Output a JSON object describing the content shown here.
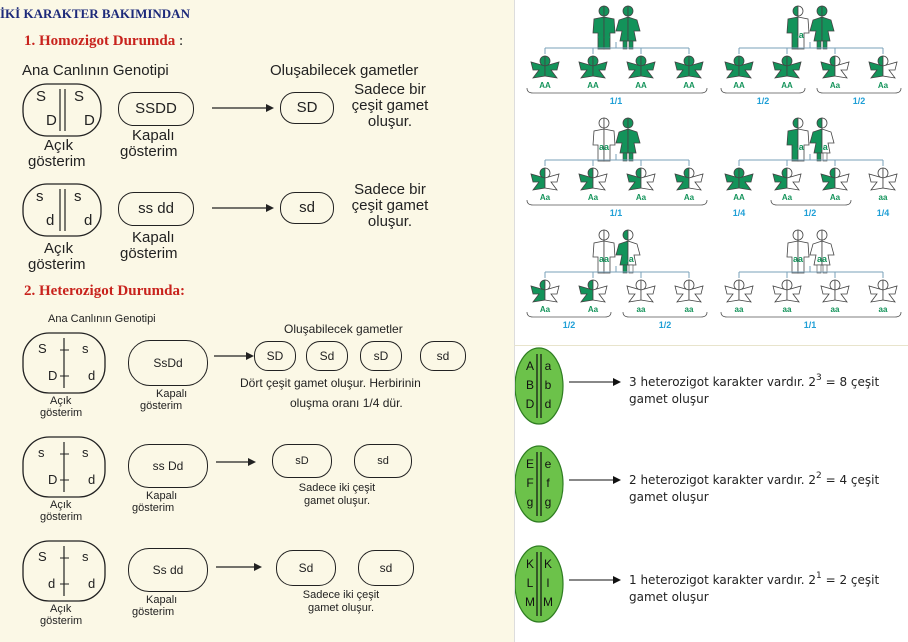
{
  "title": "İKİ KARAKTER BAKIMINDAN",
  "homo": {
    "heading": "1. Homozigot Durumda",
    "heading_colon": " :",
    "col1": "Ana Canlının Genotipi",
    "col2": "Oluşabilecek gametler",
    "row1": {
      "oval": [
        "S",
        "S",
        "D",
        "D"
      ],
      "closed": "SSDD",
      "gamete": "SD",
      "note": [
        "Sadece bir",
        "çeşit gamet",
        "oluşur."
      ]
    },
    "row2": {
      "oval": [
        "s",
        "s",
        "d",
        "d"
      ],
      "closed": "ss dd",
      "gamete": "sd",
      "note": [
        "Sadece bir",
        "çeşit gamet",
        "oluşur."
      ]
    },
    "acik": [
      "Açık",
      "gösterim"
    ],
    "kapali": [
      "Kapalı",
      "gösterim"
    ]
  },
  "hetero": {
    "heading": "2. Heterozigot Durumda:",
    "col1": "Ana Canlının Genotipi",
    "col2": "Oluşabilecek gametler",
    "row1": {
      "oval": [
        "S",
        "s",
        "D",
        "d"
      ],
      "closed": "SsDd",
      "gametes": [
        "SD",
        "Sd",
        "sD",
        "sd"
      ],
      "note": [
        "Dört çeşit gamet oluşur. Herbirinin",
        "oluşma oranı 1/4 dür."
      ]
    },
    "row2": {
      "oval": [
        "s",
        "s",
        "D",
        "d"
      ],
      "closed": "ss Dd",
      "gametes": [
        "sD",
        "sd"
      ],
      "note": [
        "Sadece iki çeşit",
        "gamet oluşur."
      ]
    },
    "row3": {
      "oval": [
        "S",
        "s",
        "d",
        "d"
      ],
      "closed": "Ss dd",
      "gametes": [
        "Sd",
        "sd"
      ],
      "note": [
        "Sadece iki çeşit",
        "gamet oluşur."
      ]
    },
    "acik": [
      "Açık",
      "gösterim"
    ],
    "kapali": [
      "Kapalı",
      "gösterim"
    ]
  },
  "crosses": [
    {
      "parents": [
        "AA",
        "AA"
      ],
      "children": [
        "AA",
        "AA",
        "AA",
        "AA"
      ],
      "ratios": [
        "1/1"
      ]
    },
    {
      "parents": [
        "Aa",
        "AA"
      ],
      "children": [
        "AA",
        "AA",
        "Aa",
        "Aa"
      ],
      "ratios": [
        "1/2",
        "1/2"
      ]
    },
    {
      "parents": [
        "aa",
        "AA"
      ],
      "children": [
        "Aa",
        "Aa",
        "Aa",
        "Aa"
      ],
      "ratios": [
        "1/1"
      ]
    },
    {
      "parents": [
        "Aa",
        "Aa"
      ],
      "children": [
        "AA",
        "Aa",
        "Aa",
        "aa"
      ],
      "ratios": [
        "1/4",
        "1/2",
        "1/4"
      ]
    },
    {
      "parents": [
        "aa",
        "Aa"
      ],
      "children": [
        "Aa",
        "Aa",
        "aa",
        "aa"
      ],
      "ratios": [
        "1/2",
        "1/2"
      ]
    },
    {
      "parents": [
        "aa",
        "aa"
      ],
      "children": [
        "aa",
        "aa",
        "aa",
        "aa"
      ],
      "ratios": [
        "1/1"
      ]
    }
  ],
  "cells": [
    {
      "pairs": [
        [
          "A",
          "a"
        ],
        [
          "B",
          "b"
        ],
        [
          "D",
          "d"
        ]
      ],
      "text": "3 heterozigot karakter vardır. 2",
      "exp": "3",
      "tail": " = 8 çeşit",
      "line2": "gamet  oluşur"
    },
    {
      "pairs": [
        [
          "E",
          "e"
        ],
        [
          "F",
          "f"
        ],
        [
          "g",
          "g"
        ]
      ],
      "text": "2 heterozigot karakter vardır. 2",
      "exp": "2",
      "tail": " = 4 çeşit",
      "line2": "gamet  oluşur"
    },
    {
      "pairs": [
        [
          "K",
          "K"
        ],
        [
          "L",
          "l"
        ],
        [
          "M",
          "M"
        ]
      ],
      "text": "1 heterozigot karakter vardır. 2",
      "exp": "1",
      "tail": " = 2 çeşit",
      "line2": "gamet  oluşur"
    }
  ],
  "colors": {
    "dominant": "#13935a",
    "recessive": "#ffffff",
    "cell": "#6cc24a",
    "label": "#1f9fd6"
  }
}
